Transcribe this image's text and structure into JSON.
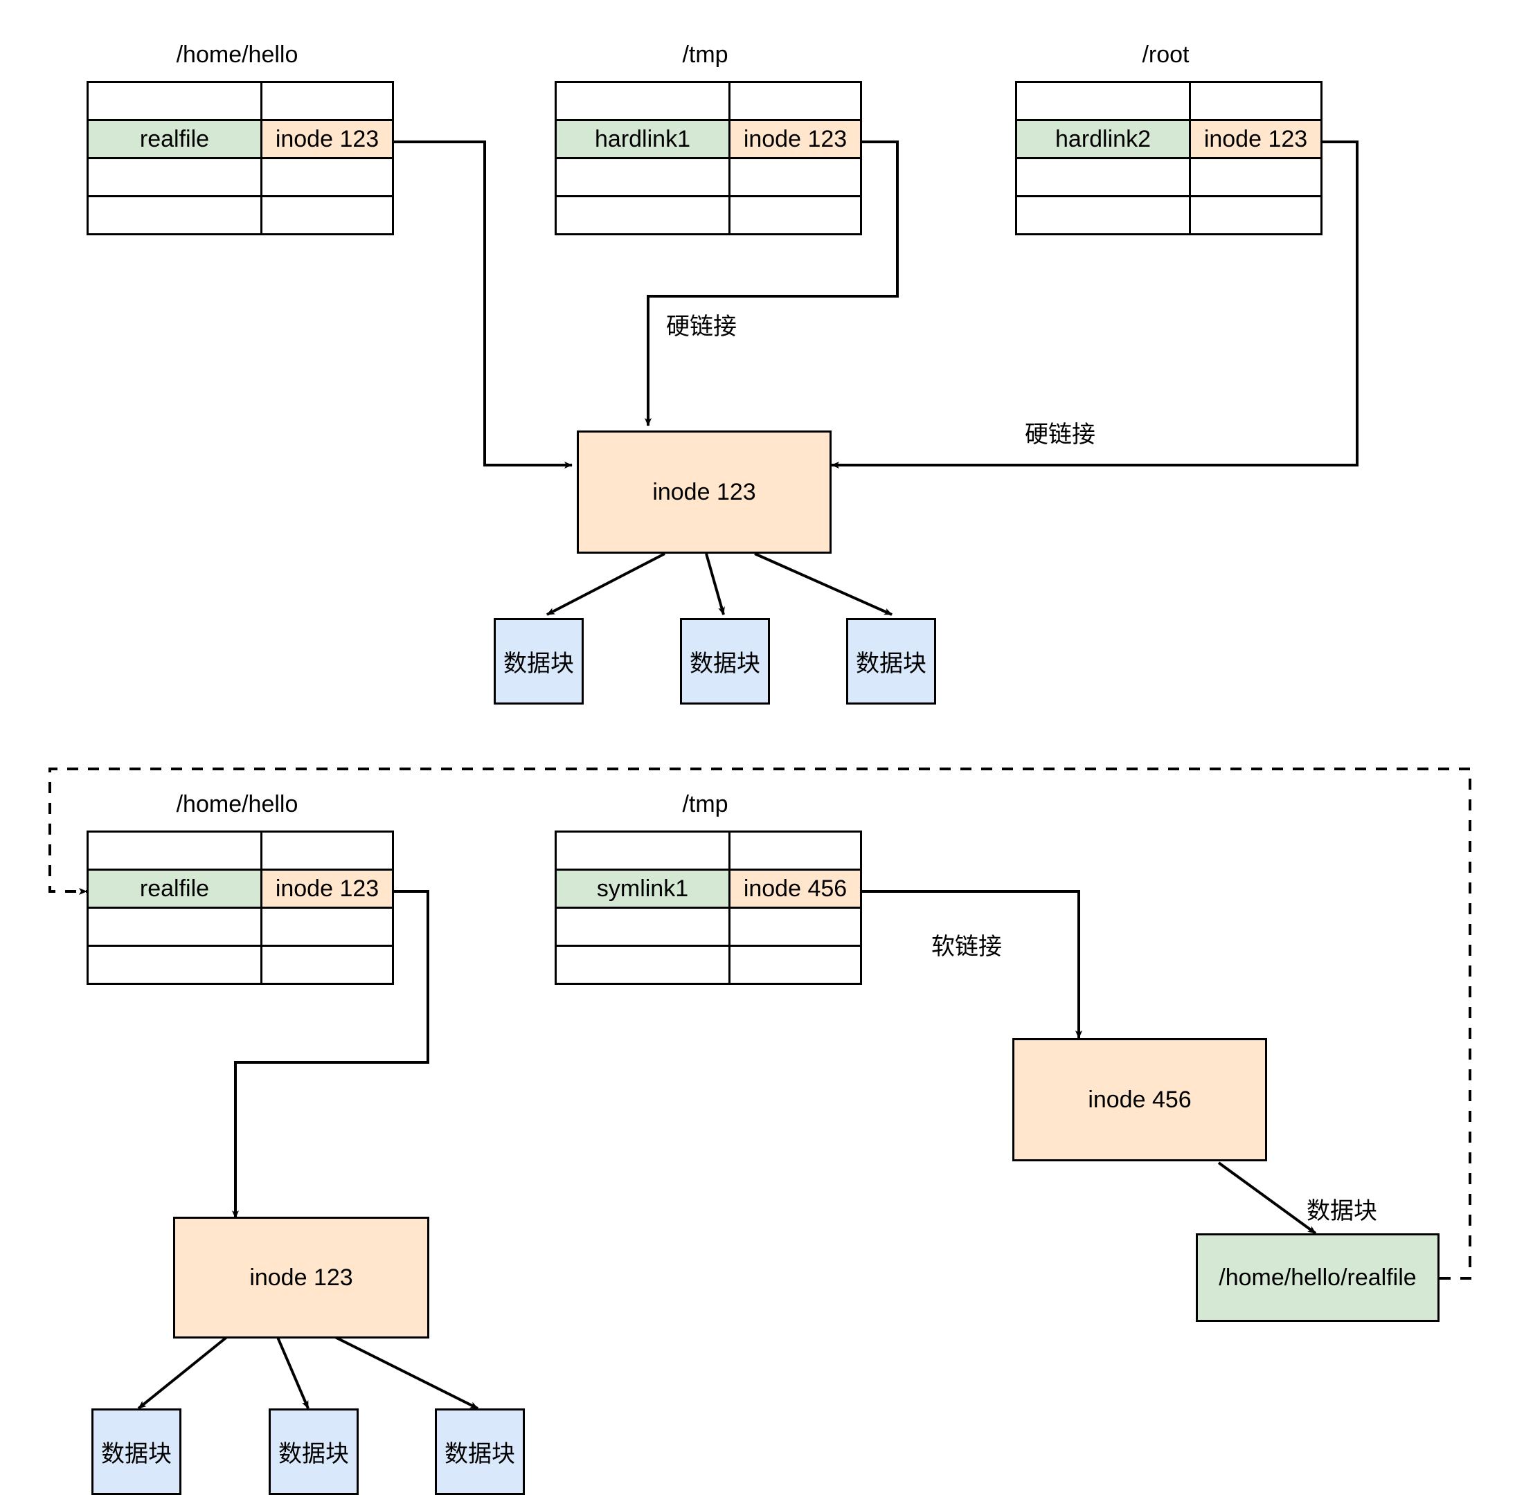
{
  "diagram": {
    "title_note": "Linux hard link and symbolic link inode diagram",
    "colors": {
      "name_cell": "#d5e8d4",
      "inode_cell": "#ffe6cc",
      "data_block": "#dae8fc",
      "stroke": "#000000",
      "background": "#ffffff"
    }
  },
  "hardlink_section": {
    "tables": [
      {
        "dir_label": "/home/hello",
        "rows": [
          {
            "name": "",
            "inode": "",
            "highlight": false
          },
          {
            "name": "realfile",
            "inode": "inode 123",
            "highlight": true
          },
          {
            "name": "",
            "inode": "",
            "highlight": false
          },
          {
            "name": "",
            "inode": "",
            "highlight": false
          }
        ]
      },
      {
        "dir_label": "/tmp",
        "rows": [
          {
            "name": "",
            "inode": "",
            "highlight": false
          },
          {
            "name": "hardlink1",
            "inode": "inode 123",
            "highlight": true
          },
          {
            "name": "",
            "inode": "",
            "highlight": false
          },
          {
            "name": "",
            "inode": "",
            "highlight": false
          }
        ]
      },
      {
        "dir_label": "/root",
        "rows": [
          {
            "name": "",
            "inode": "",
            "highlight": false
          },
          {
            "name": "hardlink2",
            "inode": "inode 123",
            "highlight": true
          },
          {
            "name": "",
            "inode": "",
            "highlight": false
          },
          {
            "name": "",
            "inode": "",
            "highlight": false
          }
        ]
      }
    ],
    "inode_box": "inode 123",
    "edge_labels": {
      "hardlink_center": "硬链接",
      "hardlink_right": "硬链接"
    },
    "data_blocks": [
      "数据块",
      "数据块",
      "数据块"
    ]
  },
  "symlink_section": {
    "tables": [
      {
        "dir_label": "/home/hello",
        "rows": [
          {
            "name": "",
            "inode": "",
            "highlight": false
          },
          {
            "name": "realfile",
            "inode": "inode 123",
            "highlight": true
          },
          {
            "name": "",
            "inode": "",
            "highlight": false
          },
          {
            "name": "",
            "inode": "",
            "highlight": false
          }
        ]
      },
      {
        "dir_label": "/tmp",
        "rows": [
          {
            "name": "",
            "inode": "",
            "highlight": false
          },
          {
            "name": "symlink1",
            "inode": "inode 456",
            "highlight": true
          },
          {
            "name": "",
            "inode": "",
            "highlight": false
          },
          {
            "name": "",
            "inode": "",
            "highlight": false
          }
        ]
      }
    ],
    "inode_real": "inode 123",
    "inode_sym": "inode 456",
    "edge_labels": {
      "softlink": "软链接",
      "data_block": "数据块"
    },
    "target_path_box": "/home/hello/realfile",
    "data_blocks": [
      "数据块",
      "数据块",
      "数据块"
    ]
  }
}
